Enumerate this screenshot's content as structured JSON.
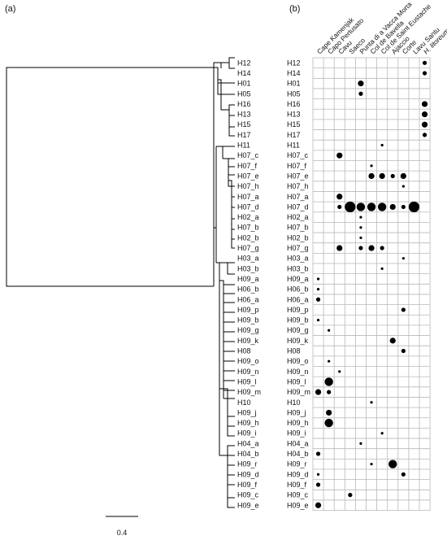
{
  "panels": {
    "a": "(a)",
    "b": "(b)"
  },
  "scale_bar_label": "0.4",
  "columns": [
    "Cape Kamenjak",
    "Capo Pertusato",
    "Cavu",
    "Saeco",
    "Punta di a Vacca Morta",
    "Col de Bavella",
    "Col de Saint Eustache",
    "Ajaccio",
    "Corte",
    "Lavu Santu",
    "H. litoreum"
  ],
  "rows": [
    "H12",
    "H14",
    "H01",
    "H05",
    "H16",
    "H13",
    "H15",
    "H17",
    "H11",
    "H07_c",
    "H07_f",
    "H07_e",
    "H07_h",
    "H07_a",
    "H07_d",
    "H02_a",
    "H07_b",
    "H02_b",
    "H07_g",
    "H03_a",
    "H03_b",
    "H09_a",
    "H06_b",
    "H06_a",
    "H09_p",
    "H09_b",
    "H09_g",
    "H09_k",
    "H08",
    "H09_o",
    "H09_n",
    "H09_l",
    "H09_m",
    "H10",
    "H09_j",
    "H09_h",
    "H09_i",
    "H04_a",
    "H04_b",
    "H09_r",
    "H09_d",
    "H09_f",
    "H09_c",
    "H09_e"
  ],
  "dots": [
    {
      "row": "H12",
      "col": 10,
      "size": 2
    },
    {
      "row": "H14",
      "col": 10,
      "size": 2
    },
    {
      "row": "H01",
      "col": 4,
      "size": 3
    },
    {
      "row": "H05",
      "col": 4,
      "size": 2
    },
    {
      "row": "H16",
      "col": 10,
      "size": 3
    },
    {
      "row": "H13",
      "col": 10,
      "size": 3
    },
    {
      "row": "H15",
      "col": 10,
      "size": 3
    },
    {
      "row": "H17",
      "col": 10,
      "size": 2
    },
    {
      "row": "H11",
      "col": 6,
      "size": 1
    },
    {
      "row": "H07_c",
      "col": 2,
      "size": 3
    },
    {
      "row": "H07_f",
      "col": 5,
      "size": 1
    },
    {
      "row": "H07_e",
      "col": 5,
      "size": 3
    },
    {
      "row": "H07_e",
      "col": 6,
      "size": 3
    },
    {
      "row": "H07_e",
      "col": 7,
      "size": 2
    },
    {
      "row": "H07_e",
      "col": 8,
      "size": 3
    },
    {
      "row": "H07_h",
      "col": 8,
      "size": 1
    },
    {
      "row": "H07_a",
      "col": 2,
      "size": 3
    },
    {
      "row": "H07_d",
      "col": 2,
      "size": 2
    },
    {
      "row": "H07_d",
      "col": 3,
      "size": 5
    },
    {
      "row": "H07_d",
      "col": 4,
      "size": 4
    },
    {
      "row": "H07_d",
      "col": 5,
      "size": 4
    },
    {
      "row": "H07_d",
      "col": 6,
      "size": 4
    },
    {
      "row": "H07_d",
      "col": 7,
      "size": 3
    },
    {
      "row": "H07_d",
      "col": 8,
      "size": 2
    },
    {
      "row": "H07_d",
      "col": 9,
      "size": 5
    },
    {
      "row": "H02_a",
      "col": 4,
      "size": 1
    },
    {
      "row": "H07_b",
      "col": 4,
      "size": 1
    },
    {
      "row": "H02_b",
      "col": 4,
      "size": 1
    },
    {
      "row": "H07_g",
      "col": 2,
      "size": 3
    },
    {
      "row": "H07_g",
      "col": 4,
      "size": 2
    },
    {
      "row": "H07_g",
      "col": 5,
      "size": 3
    },
    {
      "row": "H07_g",
      "col": 6,
      "size": 2
    },
    {
      "row": "H03_a",
      "col": 8,
      "size": 1
    },
    {
      "row": "H03_b",
      "col": 6,
      "size": 1
    },
    {
      "row": "H09_a",
      "col": 0,
      "size": 1
    },
    {
      "row": "H06_b",
      "col": 0,
      "size": 1
    },
    {
      "row": "H06_a",
      "col": 0,
      "size": 2
    },
    {
      "row": "H09_p",
      "col": 8,
      "size": 2
    },
    {
      "row": "H09_b",
      "col": 0,
      "size": 1
    },
    {
      "row": "H09_g",
      "col": 1,
      "size": 1
    },
    {
      "row": "H09_k",
      "col": 7,
      "size": 3
    },
    {
      "row": "H08",
      "col": 8,
      "size": 2
    },
    {
      "row": "H09_o",
      "col": 1,
      "size": 1
    },
    {
      "row": "H09_n",
      "col": 2,
      "size": 1
    },
    {
      "row": "H09_l",
      "col": 1,
      "size": 4
    },
    {
      "row": "H09_m",
      "col": 0,
      "size": 3
    },
    {
      "row": "H09_m",
      "col": 1,
      "size": 2
    },
    {
      "row": "H10",
      "col": 5,
      "size": 1
    },
    {
      "row": "H09_j",
      "col": 1,
      "size": 3
    },
    {
      "row": "H09_h",
      "col": 1,
      "size": 4
    },
    {
      "row": "H09_i",
      "col": 6,
      "size": 1
    },
    {
      "row": "H04_a",
      "col": 4,
      "size": 1
    },
    {
      "row": "H04_b",
      "col": 0,
      "size": 2
    },
    {
      "row": "H09_r",
      "col": 5,
      "size": 1
    },
    {
      "row": "H09_r",
      "col": 7,
      "size": 4
    },
    {
      "row": "H09_d",
      "col": 0,
      "size": 1
    },
    {
      "row": "H09_d",
      "col": 8,
      "size": 2
    },
    {
      "row": "H09_f",
      "col": 0,
      "size": 2
    },
    {
      "row": "H09_c",
      "col": 3,
      "size": 2
    },
    {
      "row": "H09_e",
      "col": 0,
      "size": 3
    }
  ]
}
